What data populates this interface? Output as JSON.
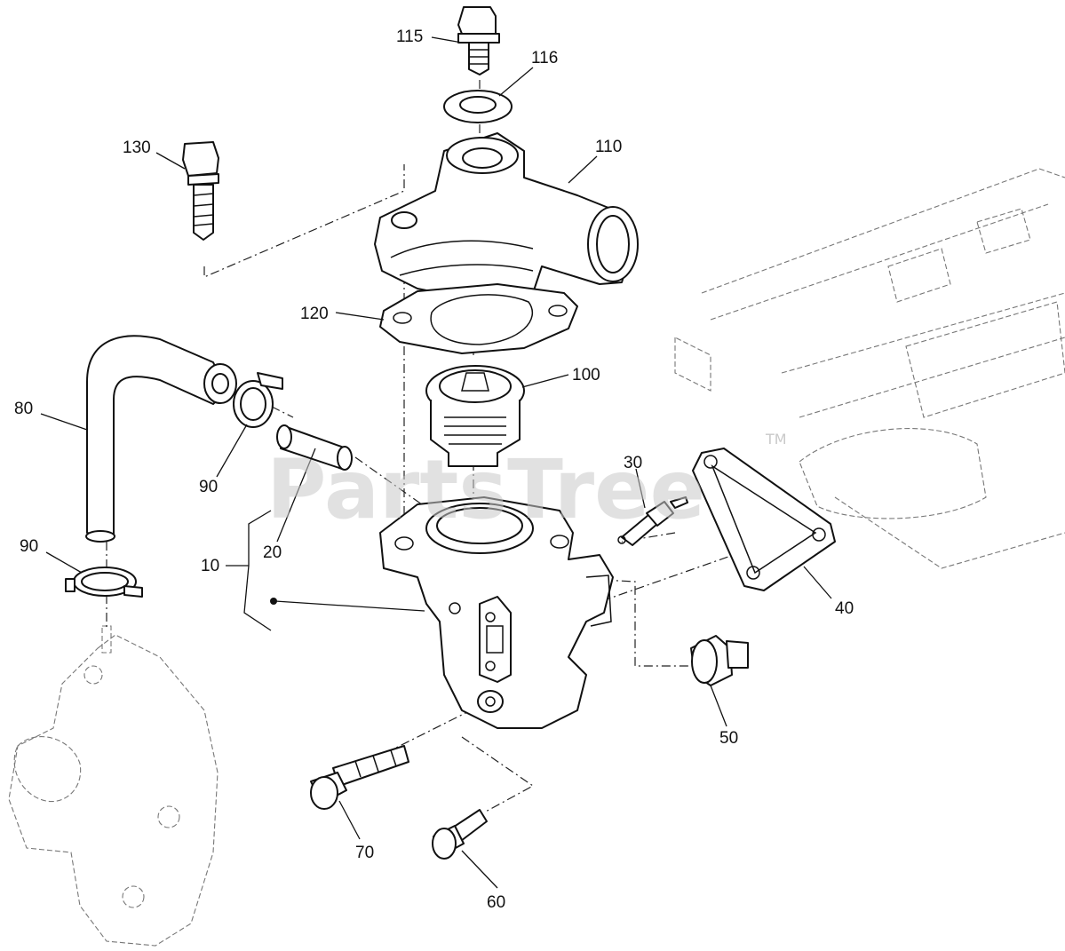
{
  "watermark": {
    "brand": "PartsTree",
    "trademark": "TM"
  },
  "callouts": [
    {
      "id": "115",
      "label": "115"
    },
    {
      "id": "116",
      "label": "116"
    },
    {
      "id": "130",
      "label": "130"
    },
    {
      "id": "110",
      "label": "110"
    },
    {
      "id": "120",
      "label": "120"
    },
    {
      "id": "100",
      "label": "100"
    },
    {
      "id": "80",
      "label": "80"
    },
    {
      "id": "90a",
      "label": "90"
    },
    {
      "id": "30",
      "label": "30"
    },
    {
      "id": "20",
      "label": "20"
    },
    {
      "id": "90b",
      "label": "90"
    },
    {
      "id": "10",
      "label": "10"
    },
    {
      "id": "40",
      "label": "40"
    },
    {
      "id": "50",
      "label": "50"
    },
    {
      "id": "70",
      "label": "70"
    },
    {
      "id": "60",
      "label": "60"
    }
  ]
}
